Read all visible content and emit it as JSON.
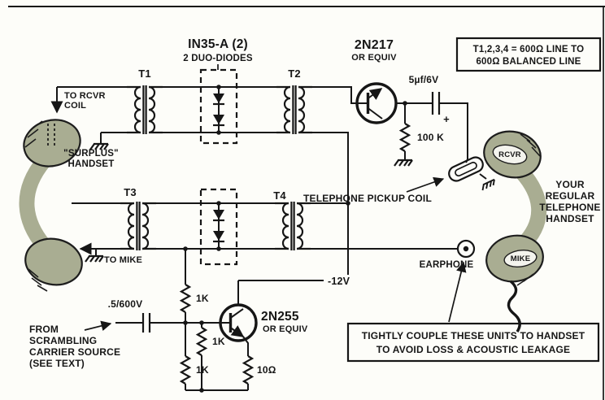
{
  "colors": {
    "ink": "#161616",
    "paper": "#fdfdf9",
    "handset": "#a9ad92"
  },
  "transformers": {
    "t1": "T1",
    "t2": "T2",
    "t3": "T3",
    "t4": "T4"
  },
  "diodes": {
    "name": "IN35-A (2)",
    "desc": "2 DUO-DIODES"
  },
  "q1": {
    "name": "2N217",
    "equiv": "OR EQUIV"
  },
  "q2": {
    "name": "2N255",
    "equiv": "OR EQUIV"
  },
  "parts": {
    "c1": "5µf/6V",
    "c1_plus": "+",
    "r1": "100 K",
    "c2": ".5/600V",
    "r2": "1K",
    "r3": "1K",
    "r4": "1K",
    "r5": "10Ω",
    "supply": "-12V"
  },
  "labels": {
    "to_rcvr_1": "TO RCVR",
    "to_rcvr_2": "COIL",
    "surplus_1": "\"SURPLUS\"",
    "surplus_2": "HANDSET",
    "to_mike": "TO MIKE",
    "pickup": "TELEPHONE PICKUP COIL",
    "earphone": "EARPHONE",
    "rcvr": "RCVR",
    "mike": "MIKE",
    "your_1": "YOUR",
    "your_2": "REGULAR",
    "your_3": "TELEPHONE",
    "your_4": "HANDSET",
    "src_1": "FROM",
    "src_2": "SCRAMBLING",
    "src_3": "CARRIER SOURCE",
    "src_4": "(SEE TEXT)"
  },
  "notes": {
    "xfmr_1": "T1,2,3,4 = 600Ω LINE TO",
    "xfmr_2": "600Ω BALANCED LINE",
    "couple_1": "TIGHTLY COUPLE THESE UNITS TO HANDSET",
    "couple_2": "TO AVOID LOSS & ACOUSTIC LEAKAGE"
  }
}
